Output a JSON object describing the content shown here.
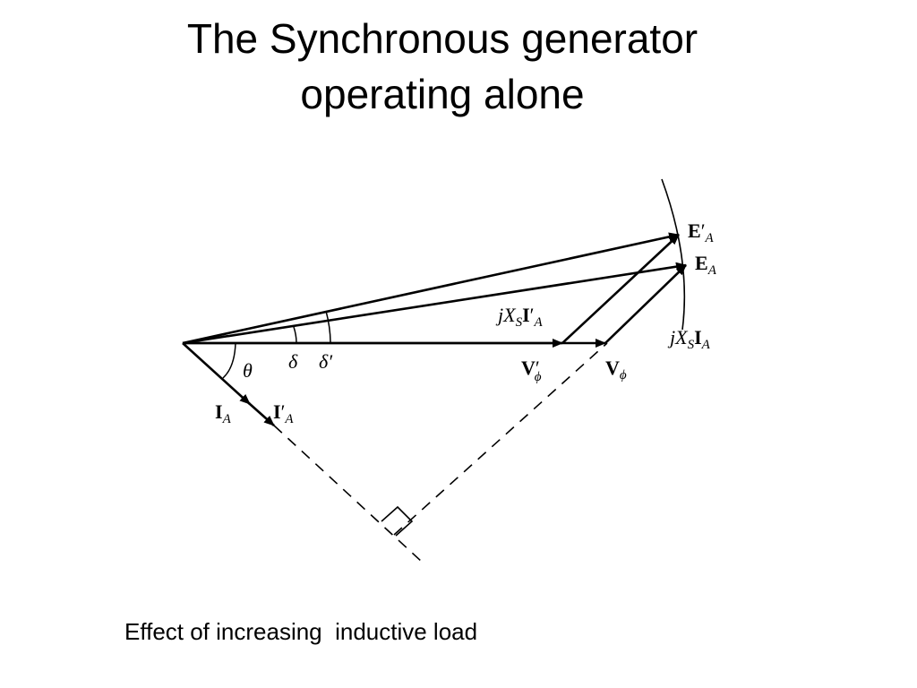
{
  "slide": {
    "title_line1": "The Synchronous generator",
    "title_line2": "operating alone",
    "caption": "Effect of increasing  inductive load"
  },
  "diagram": {
    "labels": {
      "E_prime_A": {
        "main": "E",
        "prime": "′",
        "sub": "A"
      },
      "E_A": {
        "main": "E",
        "sub": "A"
      },
      "jXsI_prime_A": {
        "j": "jX",
        "s": "S",
        "I": "I",
        "prime": "′",
        "sub": "A"
      },
      "jXsI_A": {
        "j": "jX",
        "s": "S",
        "I": "I",
        "sub": "A"
      },
      "V_prime_phi": {
        "main": "V",
        "prime": "′",
        "sub": "ϕ"
      },
      "V_phi": {
        "main": "V",
        "sub": "ϕ"
      },
      "I_A": {
        "main": "I",
        "sub": "A"
      },
      "I_prime_A": {
        "main": "I",
        "prime": "′",
        "sub": "A"
      },
      "theta": "θ",
      "delta": "δ",
      "delta_prime": "δ′"
    },
    "colors": {
      "ink": "#000000",
      "background": "#ffffff"
    }
  }
}
